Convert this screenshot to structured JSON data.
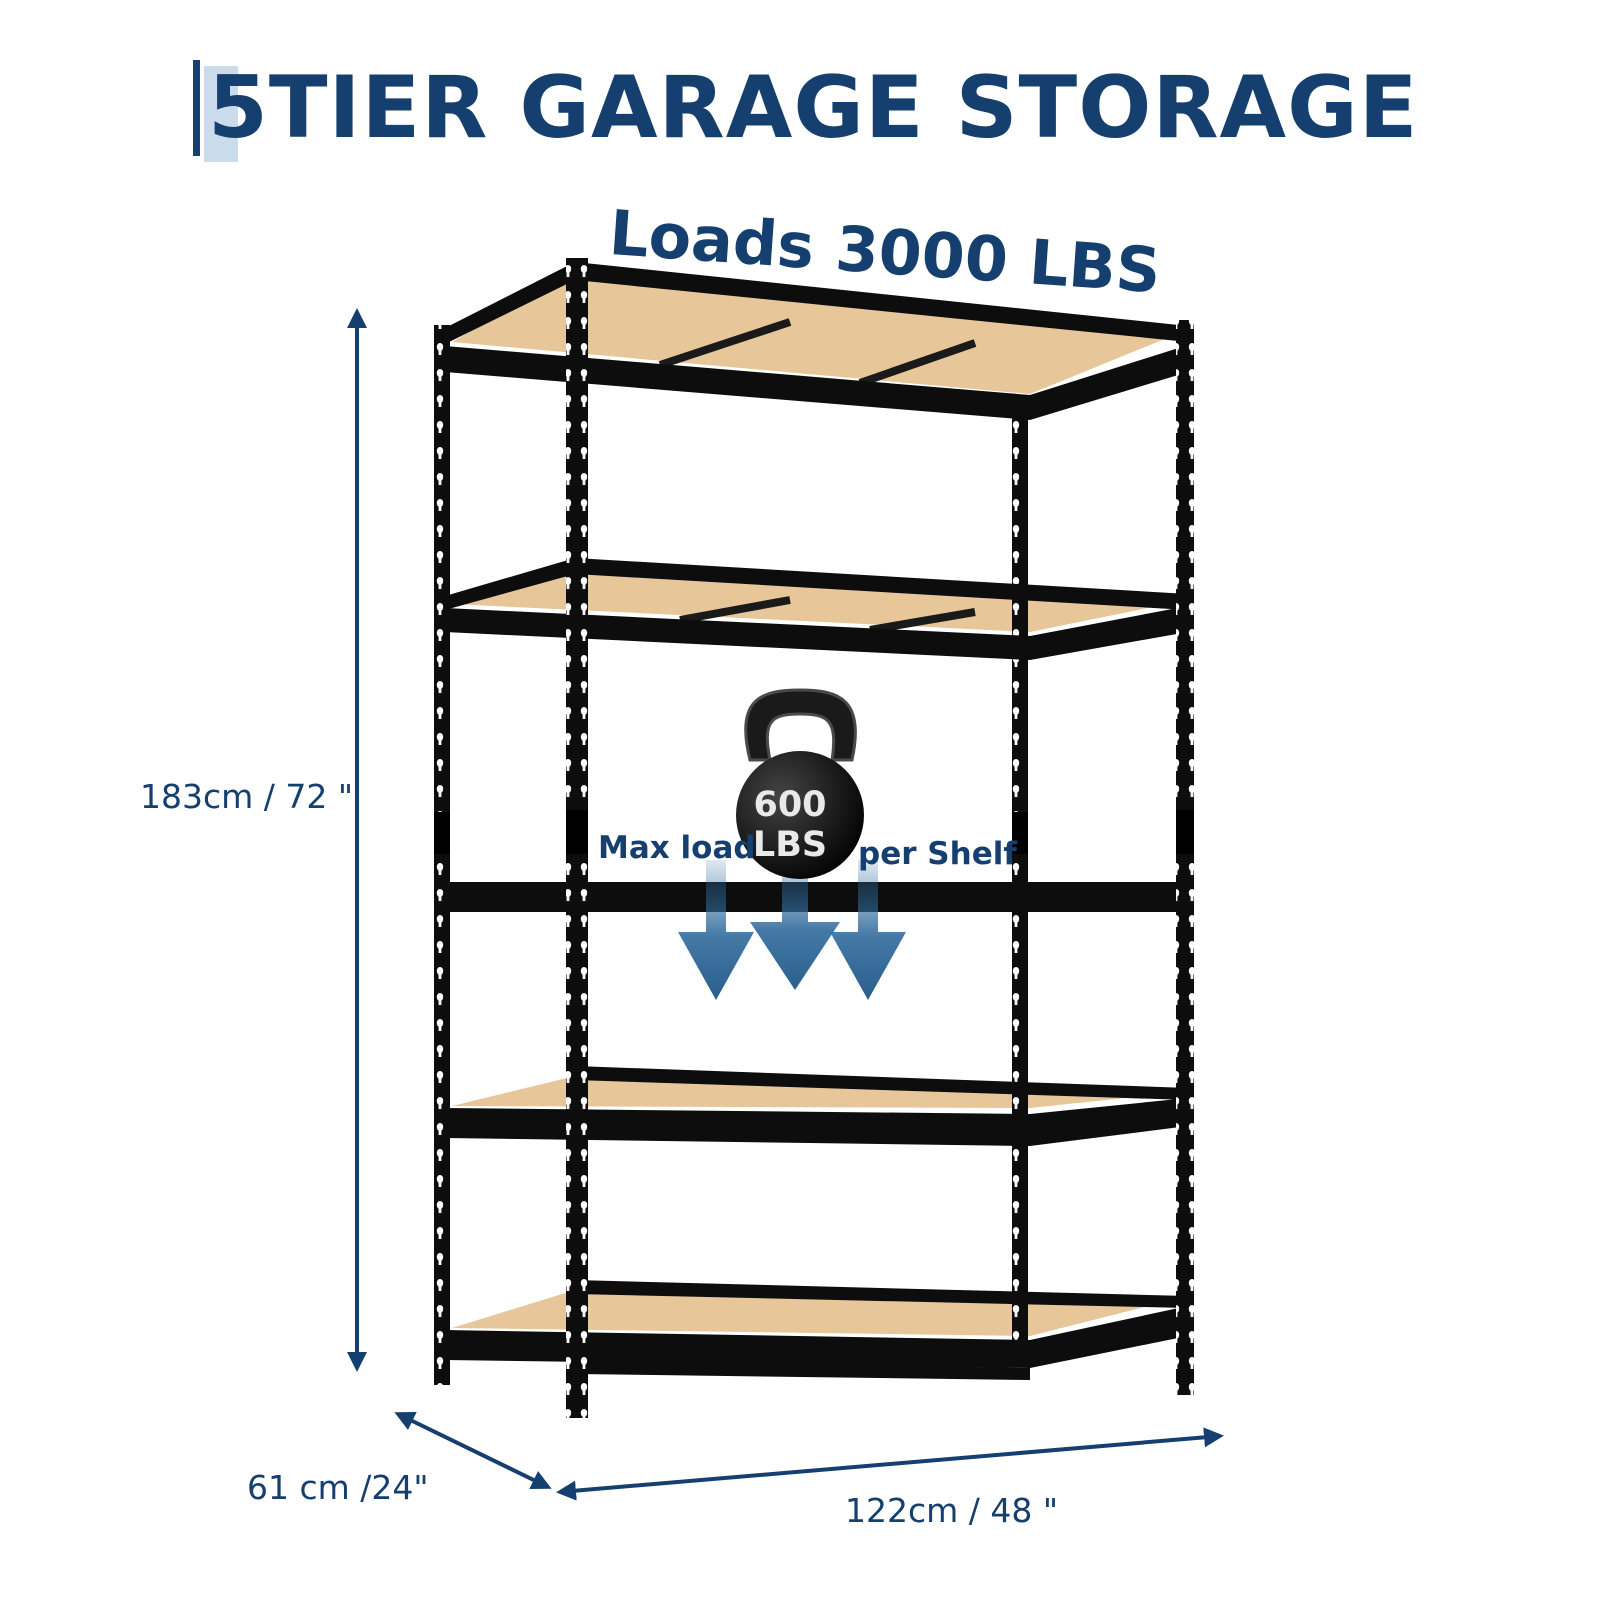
{
  "header": {
    "bar_glyph": "|",
    "title_digit": "5",
    "title_rest": "TIER GARAGE STORAGE"
  },
  "capacity": {
    "total_text": "Loads 3000 LBS"
  },
  "dimensions": {
    "height_text": "183cm / 72 \"",
    "depth_text": "61 cm /24\"",
    "width_text": "122cm / 48 \""
  },
  "per_shelf": {
    "weight_value": "600",
    "weight_unit": "LBS",
    "left_text": "Max load",
    "right_text": "per Shelf"
  },
  "icons": {
    "kettlebell": "kettlebell-icon",
    "load_arrow": "down-arrow-icon",
    "dimension_arrow": "double-arrow-icon"
  },
  "colors": {
    "brand_blue": "#143f6e",
    "arrow_blue": "#2f6a9c",
    "frame_black": "#0d0d0d",
    "board_wood": "#e7c79a"
  }
}
